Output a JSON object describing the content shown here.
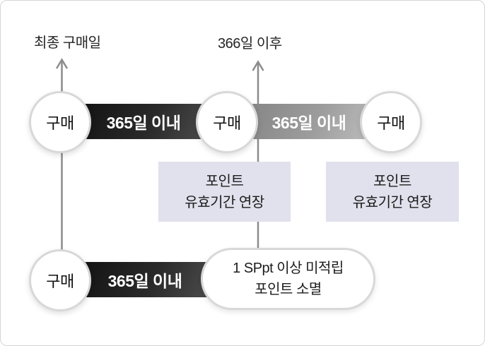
{
  "labels": {
    "final_purchase": "최종 구매일",
    "after_366": "366일 이후"
  },
  "top_row": {
    "circles": [
      {
        "label": "구매"
      },
      {
        "label": "구매"
      },
      {
        "label": "구매"
      }
    ],
    "bars": [
      {
        "label": "365일 이내"
      },
      {
        "label": "365일 이내"
      }
    ]
  },
  "extension_boxes": [
    {
      "line1": "포인트",
      "line2": "유효기간 연장"
    },
    {
      "line1": "포인트",
      "line2": "유효기간 연장"
    }
  ],
  "bottom_row": {
    "circle": {
      "label": "구매"
    },
    "bar": {
      "label": "365일 이내"
    },
    "result": {
      "line1": "1 SPpt 이상 미적립",
      "line2": "포인트 소멸"
    }
  },
  "colors": {
    "bar_dark_start": "#0d0d0d",
    "bar_dark_end": "#565656",
    "bar_gray_start": "#7f7f7f",
    "bar_gray_end": "#c7c7c7",
    "extension_box_bg": "#e0e1ec",
    "circle_border": "#d8d8d8",
    "arrow_line": "#8c8c8c",
    "bar_text": "#ffffff",
    "canvas_border": "#d5d5d5"
  }
}
